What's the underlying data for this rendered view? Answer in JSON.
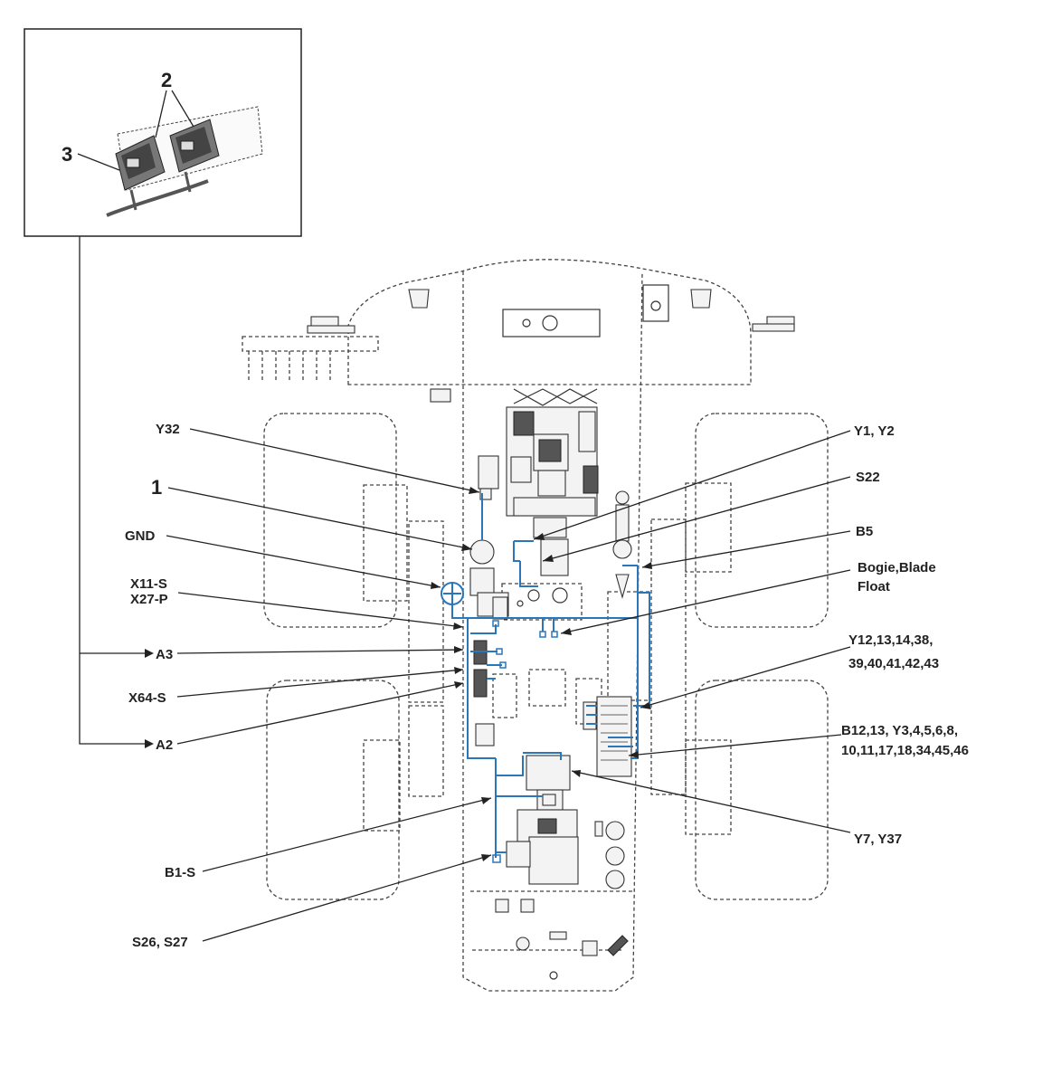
{
  "inset": {
    "callouts": [
      "2",
      "3"
    ]
  },
  "labels": {
    "y32": "Y32",
    "one": "1",
    "gnd": "GND",
    "x11s": "X11-S",
    "x27p": "X27-P",
    "a3": "A3",
    "x64s": "X64-S",
    "a2": "A2",
    "b1s": "B1-S",
    "s26s27": "S26, S27",
    "y1y2": "Y1, Y2",
    "s22": "S22",
    "b5": "B5",
    "bogie_line1": "Bogie,Blade",
    "bogie_line2": "Float",
    "y12_line1": "Y12,13,14,38,",
    "y12_line2": "39,40,41,42,43",
    "b12_line1": "B12,13, Y3,4,5,6,8,",
    "b12_line2": "10,11,17,18,34,45,46",
    "y7y37": "Y7, Y37"
  },
  "colors": {
    "wire": "#2a76b8",
    "outline": "#333333"
  }
}
